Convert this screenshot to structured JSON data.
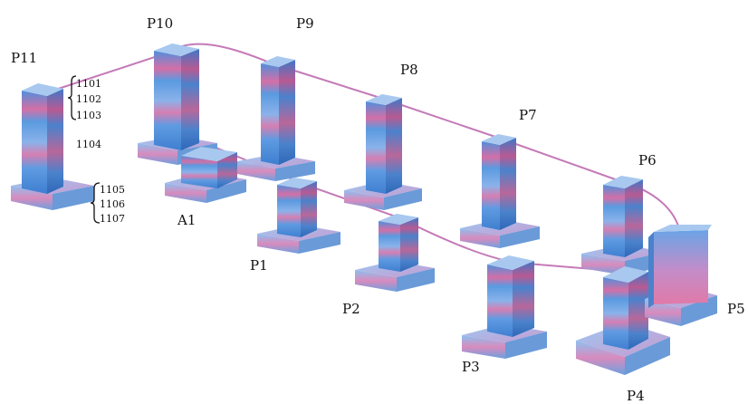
{
  "labels": {
    "p11": "P11",
    "p10": "P10",
    "p9": "P9",
    "p8": "P8",
    "p7": "P7",
    "p6": "P6",
    "p5": "P5",
    "p4": "P4",
    "p3": "P3",
    "p2": "P2",
    "p1": "P1",
    "a1": "A1"
  },
  "segments": {
    "s1101": "1101",
    "s1102": "1102",
    "s1103": "1103",
    "s1104": "1104",
    "s1105": "1105",
    "s1106": "1106",
    "s1107": "1107"
  },
  "colors": {
    "pier_blue": "#6aa6e6",
    "pier_pink": "#e07aa8",
    "footing_blue": "#7fb2ea",
    "footing_pink": "#d888b8",
    "cable": "#c47ab8"
  }
}
